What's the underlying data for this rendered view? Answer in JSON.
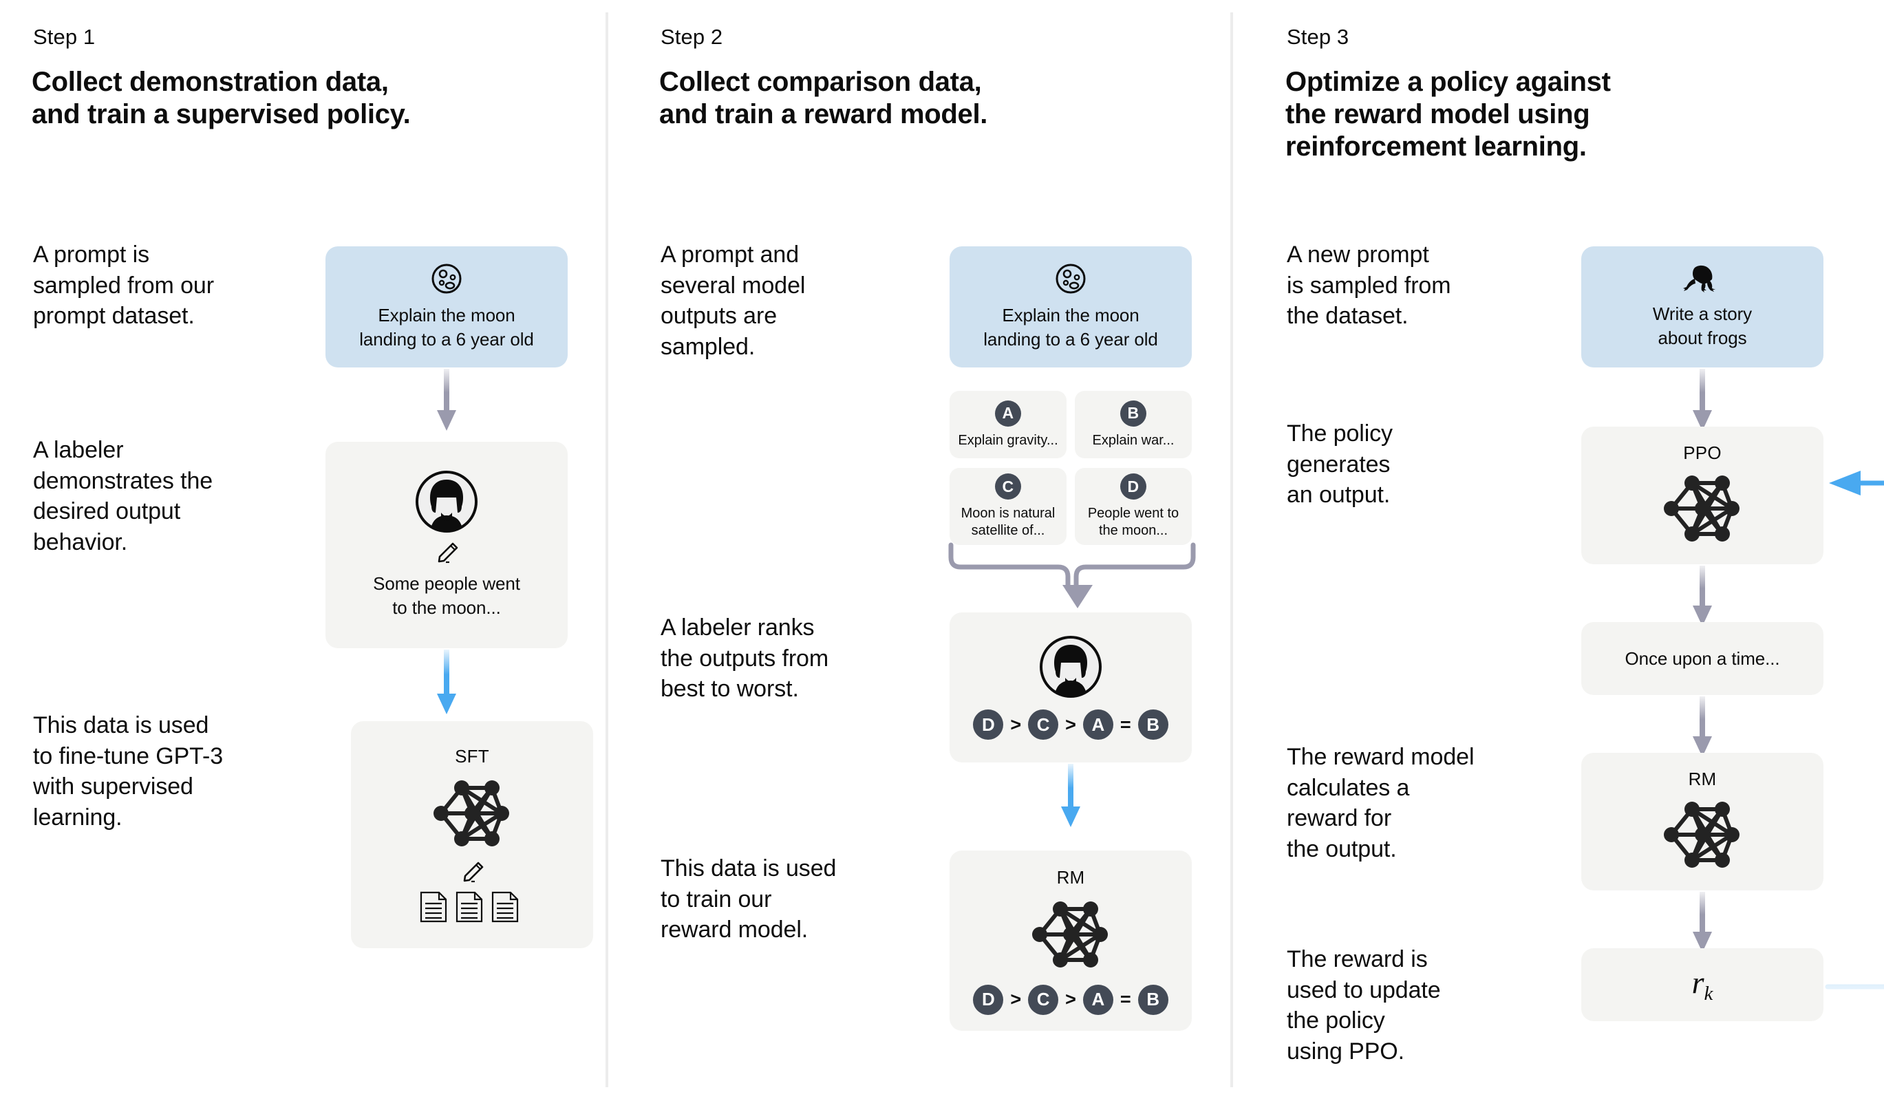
{
  "colors": {
    "prompt_box_blue": "#cfe1f0",
    "model_box_gray": "#f4f4f2",
    "badge_dark": "#434a56",
    "arrow_gray": "#9a9aad",
    "arrow_blue": "#49a9f0",
    "divider": "#ececec",
    "text": "#0d0d0d"
  },
  "steps": [
    {
      "label": "Step 1",
      "title": "Collect demonstration data,\nand train a supervised policy.",
      "paragraphs": [
        "A prompt is\nsampled from our\nprompt dataset.",
        "A labeler\ndemonstrates the\ndesired output\nbehavior.",
        "This data is used\nto fine-tune GPT-3\nwith supervised\nlearning."
      ],
      "flow": {
        "prompt_box": {
          "icon": "moon-icon",
          "text": "Explain the moon\nlanding to a 6 year old"
        },
        "labeler_box": {
          "icon": "labeler-avatar-icon",
          "pencil_icon": "pencil-icon",
          "text": "Some people went\nto the moon..."
        },
        "model_box": {
          "caption": "SFT",
          "icon": "neural-network-icon",
          "pencil_icon": "pencil-icon",
          "docs_icon": "documents-icon"
        }
      }
    },
    {
      "label": "Step 2",
      "title": "Collect comparison data,\nand train a reward model.",
      "paragraphs": [
        "A prompt and\nseveral model\noutputs are\nsampled.",
        "A labeler ranks\nthe outputs from\nbest to worst.",
        "This data is used\nto train our\nreward model."
      ],
      "flow": {
        "prompt_box": {
          "icon": "moon-icon",
          "text": "Explain the moon\nlanding to a 6 year old"
        },
        "outputs": [
          {
            "badge": "A",
            "text": "Explain gravity..."
          },
          {
            "badge": "B",
            "text": "Explain war..."
          },
          {
            "badge": "C",
            "text": "Moon is natural\nsatellite of..."
          },
          {
            "badge": "D",
            "text": "People went to\nthe moon..."
          }
        ],
        "labeler_box": {
          "icon": "labeler-avatar-icon",
          "ranking": [
            "D",
            ">",
            "C",
            ">",
            "A",
            "=",
            "B"
          ]
        },
        "rm_box": {
          "caption": "RM",
          "icon": "neural-network-icon",
          "ranking": [
            "D",
            ">",
            "C",
            ">",
            "A",
            "=",
            "B"
          ]
        }
      }
    },
    {
      "label": "Step 3",
      "title": "Optimize a policy against\nthe reward model using\nreinforcement learning.",
      "paragraphs": [
        "A new prompt\nis sampled from\nthe dataset.",
        "The policy\ngenerates\nan output.",
        "The reward model\ncalculates a\nreward for\nthe output.",
        "The reward is\nused to update\nthe policy\nusing PPO."
      ],
      "flow": {
        "prompt_box": {
          "icon": "frog-icon",
          "text": "Write a story\nabout frogs"
        },
        "ppo_box": {
          "caption": "PPO",
          "icon": "neural-network-icon"
        },
        "output_box": {
          "text": "Once upon a time..."
        },
        "rm_box": {
          "caption": "RM",
          "icon": "neural-network-icon"
        },
        "reward_box": {
          "symbol": "r",
          "subscript": "k"
        }
      }
    }
  ]
}
